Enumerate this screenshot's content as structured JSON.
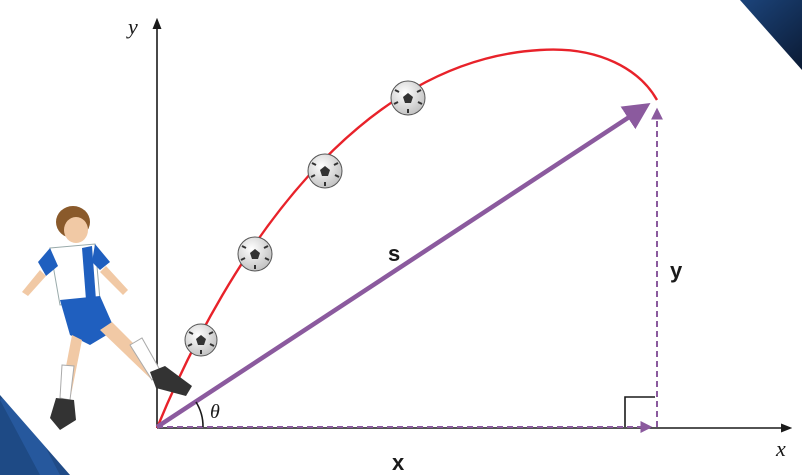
{
  "labels": {
    "y_axis": "y",
    "x_axis": "x",
    "displacement": "s",
    "vertical_component": "y",
    "horizontal_component": "x",
    "angle": "θ"
  },
  "colors": {
    "trajectory": "#e8222a",
    "vector": "#8b5a9e",
    "axes": "#1a1a1a",
    "panel": "#ffffff",
    "frame": "#0d1f3c"
  },
  "icons": {
    "player": "soccer-player-kicking",
    "ball": "soccer-ball"
  }
}
